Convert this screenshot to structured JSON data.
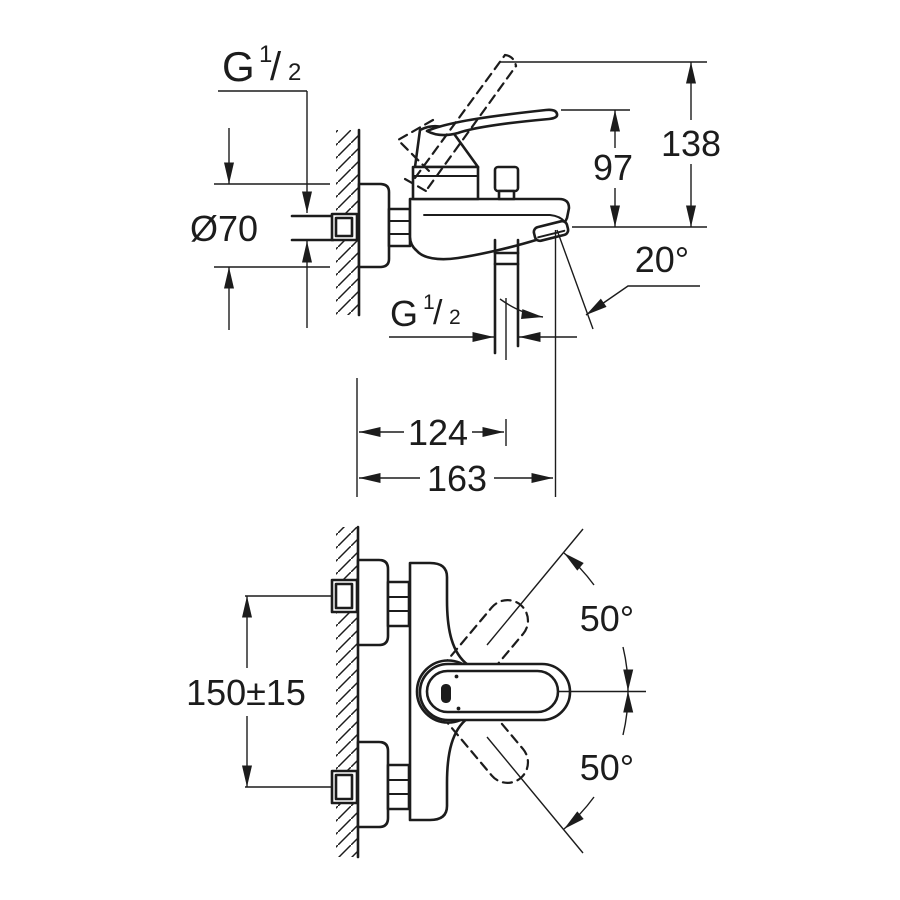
{
  "colors": {
    "line": "#1c1c1c",
    "background": "#ffffff"
  },
  "side_view": {
    "wall_thread": {
      "g": "G",
      "sup": "1",
      "slash": "/",
      "sub": "2"
    },
    "escutcheon_diameter": "Ø70",
    "outlet_to_handle_height": "97",
    "outlet_to_open_handle_height": "138",
    "spout_angle": "20°",
    "shower_outlet_thread": {
      "g": "G",
      "sup": "1",
      "slash": "/",
      "sub": "2"
    },
    "wall_to_shower_outlet": "124",
    "wall_to_spout_tip": "163"
  },
  "front_view": {
    "supply_centre_distance": "150±15",
    "handle_swing_upper": "50°",
    "handle_swing_lower": "50°"
  }
}
